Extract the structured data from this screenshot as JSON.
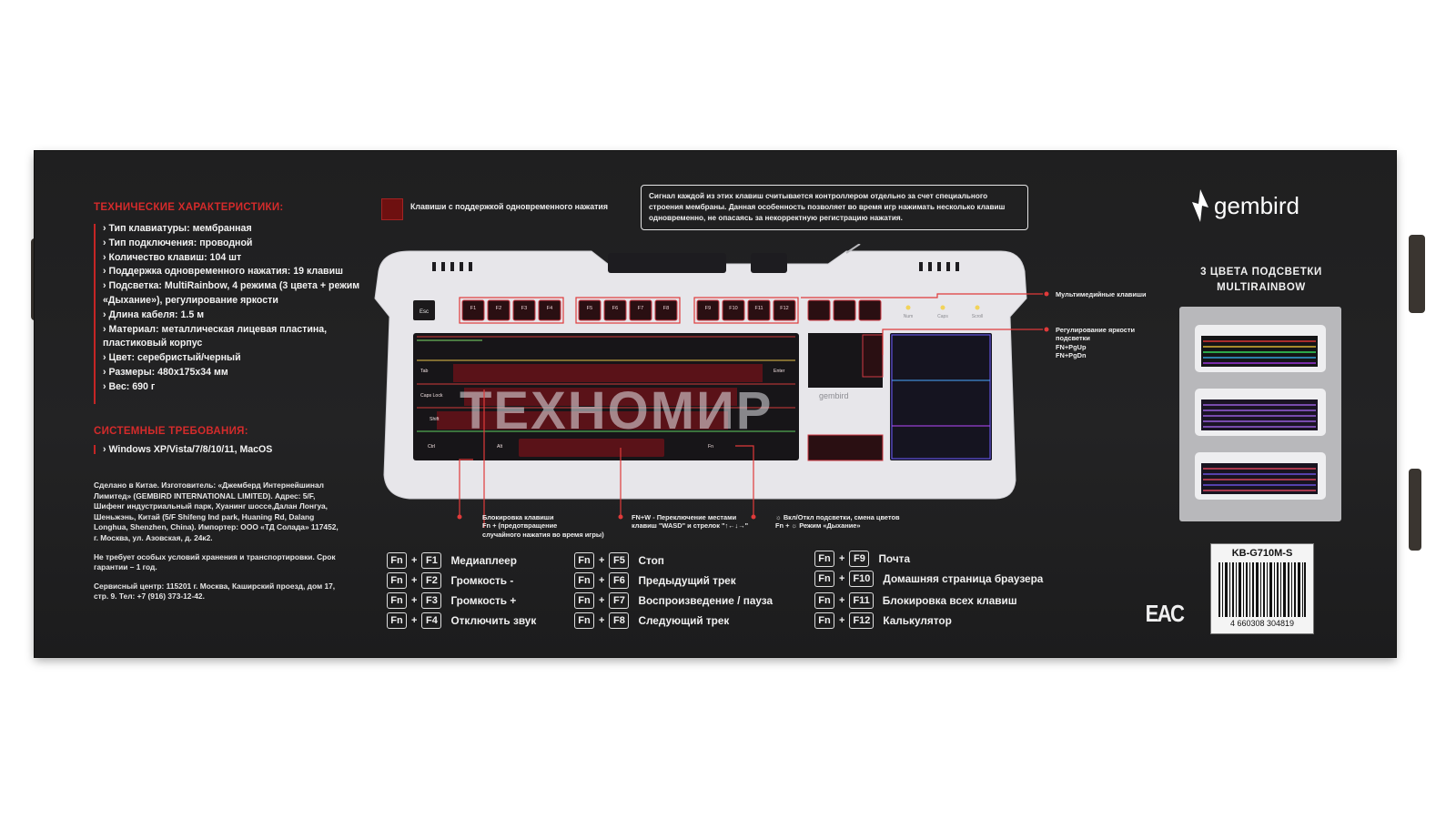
{
  "specs": {
    "title": "ТЕХНИЧЕСКИЕ ХАРАКТЕРИСТИКИ:",
    "items": [
      "Тип клавиатуры: мембранная",
      "Тип подключения: проводной",
      "Количество клавиш: 104 шт",
      "Поддержка одновременного нажатия: 19 клавиш",
      "Подсветка: MultiRainbow, 4 режима (3 цвета + режим «Дыхание»), регулирование яркости",
      "Длина кабеля: 1.5 м",
      "Материал: металлическая лицевая пластина, пластиковый корпус",
      "Цвет: серебристый/черный",
      "Размеры: 480x175x34 мм",
      "Вес: 690 г"
    ]
  },
  "requirements": {
    "title": "СИСТЕМНЫЕ ТРЕБОВАНИЯ:",
    "os": "Windows XP/Vista/7/8/10/11, MacOS"
  },
  "maker": {
    "p1": "Сделано в Китае. Изготовитель: «Джемберд Интернейшинал Лимитед» (GEMBIRD INTERNATIONAL LIMITED). Адрес: 5/F, Шифенг индустриальный парк, Хуанинг шоссе,Далан Лонгуа, Шеньжэнь, Китай (5/F Shifeng Ind park, Huaning Rd, Dalang Longhua, Shenzhen, China). Импортер: ООО «ТД Солада» 117452, г. Москва, ул. Азовская, д. 24к2.",
    "p2": "Не требует особых условий хранения и транспортировки. Срок гарантии – 1 год.",
    "p3": "Сервисный центр: 115201 г. Москва, Каширский проезд, дом 17, стр. 9. Тел: +7 (916) 373-12-42."
  },
  "legend": "Клавиши с поддержкой одновременного нажатия",
  "notice": "Сигнал каждой из этих клавиш считывается контроллером отдельно за счет специального строения мембраны. Данная особенность позволяет во время игр нажимать несколько клавиш одновременно, не опасаясь за некорректную регистрацию нажатия.",
  "brand": "gembird",
  "multirainbow": {
    "line1": "3 ЦВЕТА ПОДСВЕТКИ",
    "line2": "MULTIRAINBOW"
  },
  "callouts": {
    "media": "Мультимедийные клавиши",
    "brightness_1": "Регулирование яркости",
    "brightness_2": "подсветки",
    "brightness_3": "FN+PgUp",
    "brightness_4": "FN+PgDn",
    "winlock_1": "Блокировка клавиши",
    "winlock_2": "Fn + (предотвращение",
    "winlock_3": "случайного нажатия во время игры)",
    "wasd_1": "FN+W - Переключение местами",
    "wasd_2": "клавиш \"WASD\" и стрелок \"↑←↓→\"",
    "light_1": "☼ Вкл/Откл подсветки, смена цветов",
    "light_2": "Fn + ☼ Режим «Дыхание»"
  },
  "keyboard": {
    "brand": "gembird",
    "keys": {
      "esc": "Esc",
      "f1": "F1",
      "f2": "F2",
      "f3": "F3",
      "f4": "F4",
      "f5": "F5",
      "f6": "F6",
      "f7": "F7",
      "f8": "F8",
      "f9": "F9",
      "f10": "F10",
      "f11": "F11",
      "f12": "F12",
      "tab": "Tab",
      "caps": "Caps Lock",
      "shift": "Shift",
      "ctrl": "Ctrl",
      "alt": "Alt",
      "fn": "Fn",
      "enter": "Enter",
      "num": "Num",
      "caps_led": "Caps",
      "scroll_led": "Scroll"
    }
  },
  "fn_combos": [
    {
      "mod": "Fn",
      "key": "F1",
      "desc": "Медиаплеер"
    },
    {
      "mod": "Fn",
      "key": "F2",
      "desc": "Громкость -"
    },
    {
      "mod": "Fn",
      "key": "F3",
      "desc": "Громкость +"
    },
    {
      "mod": "Fn",
      "key": "F4",
      "desc": "Отключить звук"
    },
    {
      "mod": "Fn",
      "key": "F5",
      "desc": "Стоп"
    },
    {
      "mod": "Fn",
      "key": "F6",
      "desc": "Предыдущий трек"
    },
    {
      "mod": "Fn",
      "key": "F7",
      "desc": "Воспроизведение / пауза"
    },
    {
      "mod": "Fn",
      "key": "F8",
      "desc": "Следующий трек"
    },
    {
      "mod": "Fn",
      "key": "F9",
      "desc": "Почта"
    },
    {
      "mod": "Fn",
      "key": "F10",
      "desc": "Домашняя страница браузера"
    },
    {
      "mod": "Fn",
      "key": "F11",
      "desc": "Блокировка всех клавиш"
    },
    {
      "mod": "Fn",
      "key": "F12",
      "desc": "Калькулятор"
    }
  ],
  "barcode": {
    "model": "KB-G710M-S",
    "number": "4 660308 304819"
  },
  "eac": "EAC",
  "watermark": "ТЕХНОМИР",
  "colors": {
    "box": "#202021",
    "accent": "#d42b2b",
    "keycap": "#1c1a1c",
    "plate": "#e7e6ea"
  }
}
